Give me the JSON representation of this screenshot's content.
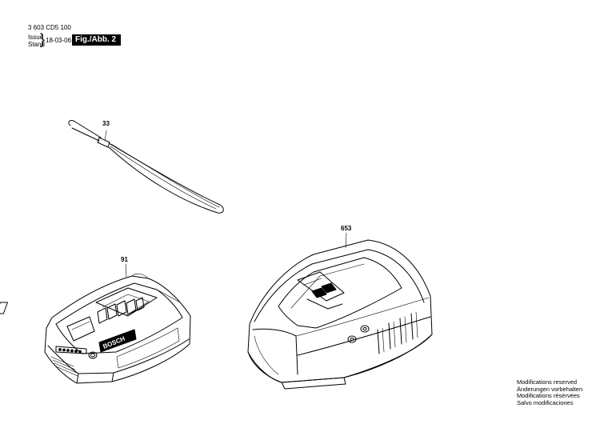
{
  "header": {
    "part_number": "3 603 CD5 100",
    "issue_label": "Issue",
    "stand_label": "Stand",
    "date": "18-03-06",
    "figure_label": "Fig./Abb. 2"
  },
  "callouts": {
    "strap": "33",
    "battery": "91",
    "charger": "653"
  },
  "brand_text": "BOSCH",
  "notes": [
    "Modifications reserved",
    "Änderungen vorbehalten",
    "Modifications résèrvées",
    "Salvo modificaciones"
  ]
}
